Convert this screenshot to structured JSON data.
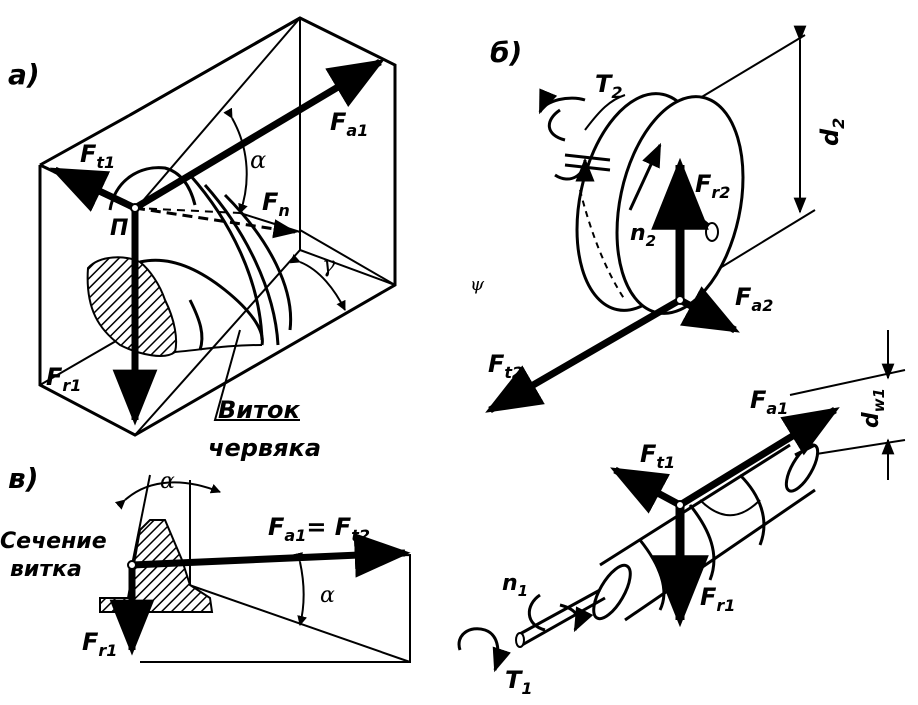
{
  "panels": {
    "a": {
      "tag": "а)",
      "labels": {
        "Ft1": "F",
        "Ft1_sub": "t1",
        "Fa1": "F",
        "Fa1_sub": "a1",
        "Fn": "F",
        "Fn_sub": "n",
        "Fr1": "F",
        "Fr1_sub": "r1",
        "alpha": "α",
        "gamma": "γ",
        "pole": "П",
        "caption_line1": "Виток",
        "caption_line2": "червяка"
      }
    },
    "b": {
      "tag": "б)",
      "labels": {
        "T2": "T",
        "T2_sub": "2",
        "d2": "d",
        "d2_sub": "2",
        "Fr2": "F",
        "Fr2_sub": "r2",
        "n2": "n",
        "n2_sub": "2",
        "Fa2": "F",
        "Fa2_sub": "a2",
        "Ft2": "F",
        "Ft2_sub": "t2",
        "psi": "ψ",
        "Fa1": "F",
        "Fa1_sub": "a1",
        "dw1": "d",
        "dw1_sub": "w1",
        "Ft1": "F",
        "Ft1_sub": "t1",
        "Fr1": "F",
        "Fr1_sub": "r1",
        "n1": "n",
        "n1_sub": "1",
        "T1": "T",
        "T1_sub": "1"
      }
    },
    "c": {
      "tag": "в)",
      "labels": {
        "section_line1": "Сечение",
        "section_line2": "витка",
        "alpha_top": "α",
        "alpha_right": "α",
        "eq": "F",
        "eq_sub1": "a1",
        "eq_mid": "= F",
        "eq_sub2": "t2",
        "Fr1": "F",
        "Fr1_sub": "r1"
      }
    }
  }
}
